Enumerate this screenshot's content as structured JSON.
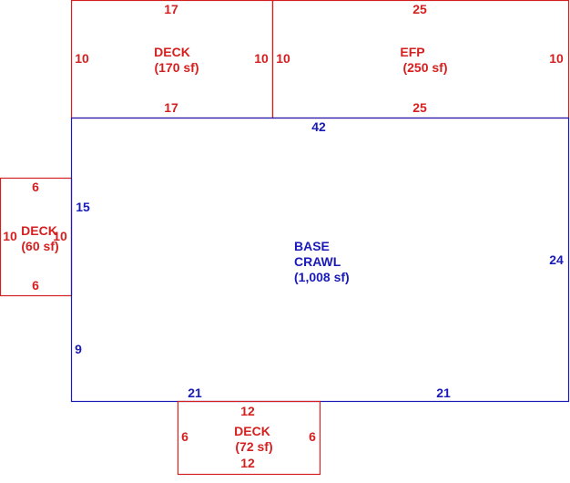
{
  "colors": {
    "deck": "#d42020",
    "base": "#1a1ab8",
    "background": "#ffffff"
  },
  "areas": {
    "deck_top": {
      "name": "DECK",
      "area": "(170 sf)",
      "top": "17",
      "bottom": "17",
      "left": "10",
      "right": "10"
    },
    "efp": {
      "name": "EFP",
      "area": "(250 sf)",
      "top": "25",
      "bottom": "25",
      "left": "10",
      "right": "10"
    },
    "deck_left": {
      "name": "DECK",
      "area": "(60 sf)",
      "top": "6",
      "bottom": "6",
      "left": "10",
      "right": "10"
    },
    "base": {
      "line1": "BASE",
      "line2": "CRAWL",
      "area": "(1,008 sf)",
      "top": "42",
      "right": "24",
      "left_upper": "15",
      "left_lower": "9",
      "bottom_left": "21",
      "bottom_right": "21"
    },
    "deck_bottom": {
      "name": "DECK",
      "area": "(72 sf)",
      "top": "12",
      "bottom": "12",
      "left": "6",
      "right": "6"
    }
  }
}
